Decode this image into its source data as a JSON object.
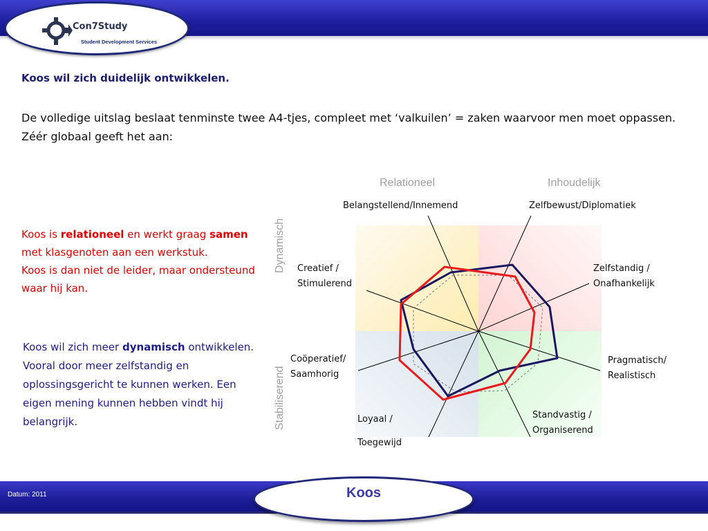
{
  "header": {
    "logo_name": "Con7Study",
    "logo_subtitle": "Student Development Services"
  },
  "heading": "Koos wil zich duidelijk ontwikkelen.",
  "intro": "De volledige uitslag beslaat tenminste twee A4-tjes, compleet met ‘valkuilen’ = zaken waarvoor men moet oppassen. Zéér globaal geeft het aan:",
  "relational_text": {
    "l1_pre": "Koos is ",
    "l1_bold": "relationeel",
    "l1_post": " en werkt graag ",
    "l2_bold": "samen",
    "l2_post": " met klasgenoten aan een werkstuk.",
    "l3": "Koos is dan niet de leider, maar ondersteund waar hij kan."
  },
  "dynamic_text": {
    "pre": "Koos wil zich meer ",
    "bold": "dynamisch",
    "post": " ontwikkelen. Vooral door meer zelfstandig en oplossingsgericht te kunnen werken. Een eigen mening kunnen hebben vindt hij belangrijk."
  },
  "diagram": {
    "top_left_heading": "Relationeel",
    "top_right_heading": "Inhoudelijk",
    "left_top_heading": "Dynamisch",
    "left_bottom_heading": "Stabiliserend",
    "quadrant_colors": [
      "#fff2c0",
      "#ffdede",
      "#e0e8f0",
      "#def7de"
    ],
    "series_colors": {
      "red": "#e81c1c",
      "navy": "#1a1660",
      "grey": "#7a7a7a"
    },
    "axes": [
      {
        "l1": "Belangstellend/Innemend",
        "l2": ""
      },
      {
        "l1": "Zelfbewust/Diplomatiek",
        "l2": ""
      },
      {
        "l1": "Zelfstandig /",
        "l2": "Onafhankelijk"
      },
      {
        "l1": "Pragmatisch/",
        "l2": "Realistisch"
      },
      {
        "l1": "Standvastig /",
        "l2": "Organiserend"
      },
      {
        "l1": "Loyaal /",
        "l2": "Toegewijd"
      },
      {
        "l1": "Coöperatief/",
        "l2": "Saamhorig"
      },
      {
        "l1": "Creatief /",
        "l2": "Stimulerend"
      }
    ]
  },
  "footer": {
    "date": "Datum: 2011",
    "name": "Koos"
  }
}
